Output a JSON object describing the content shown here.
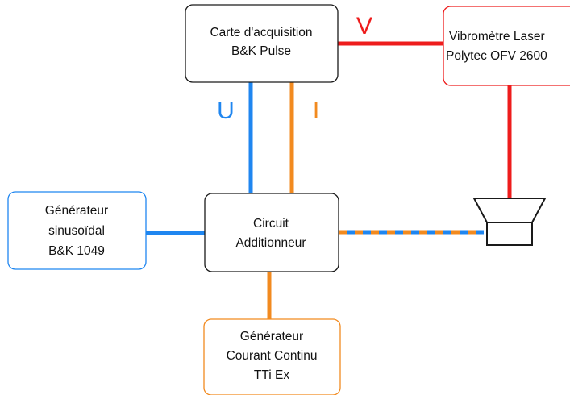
{
  "colors": {
    "black": "#1a1a1a",
    "red": "#ee1c1c",
    "blue": "#1f86f0",
    "orange": "#f28a1f"
  },
  "daq": {
    "line1": "Carte d'acquisition",
    "line2": "B&K Pulse"
  },
  "vibrometer": {
    "line1": "Vibromètre Laser",
    "line2": "Polytec OFV 2600"
  },
  "adder": {
    "line1": "Circuit",
    "line2": "Additionneur"
  },
  "sine_generator": {
    "line1": "Générateur",
    "line2": "sinusoïdal",
    "line3": "B&K 1049"
  },
  "dc_generator": {
    "line1": "Générateur",
    "line2": "Courant Continu",
    "line3": "TTi Ex"
  },
  "signals": {
    "voltage_label": "V",
    "u_label": "U",
    "i_label": "I"
  },
  "loudspeaker": {
    "icon": "loudspeaker-icon"
  }
}
